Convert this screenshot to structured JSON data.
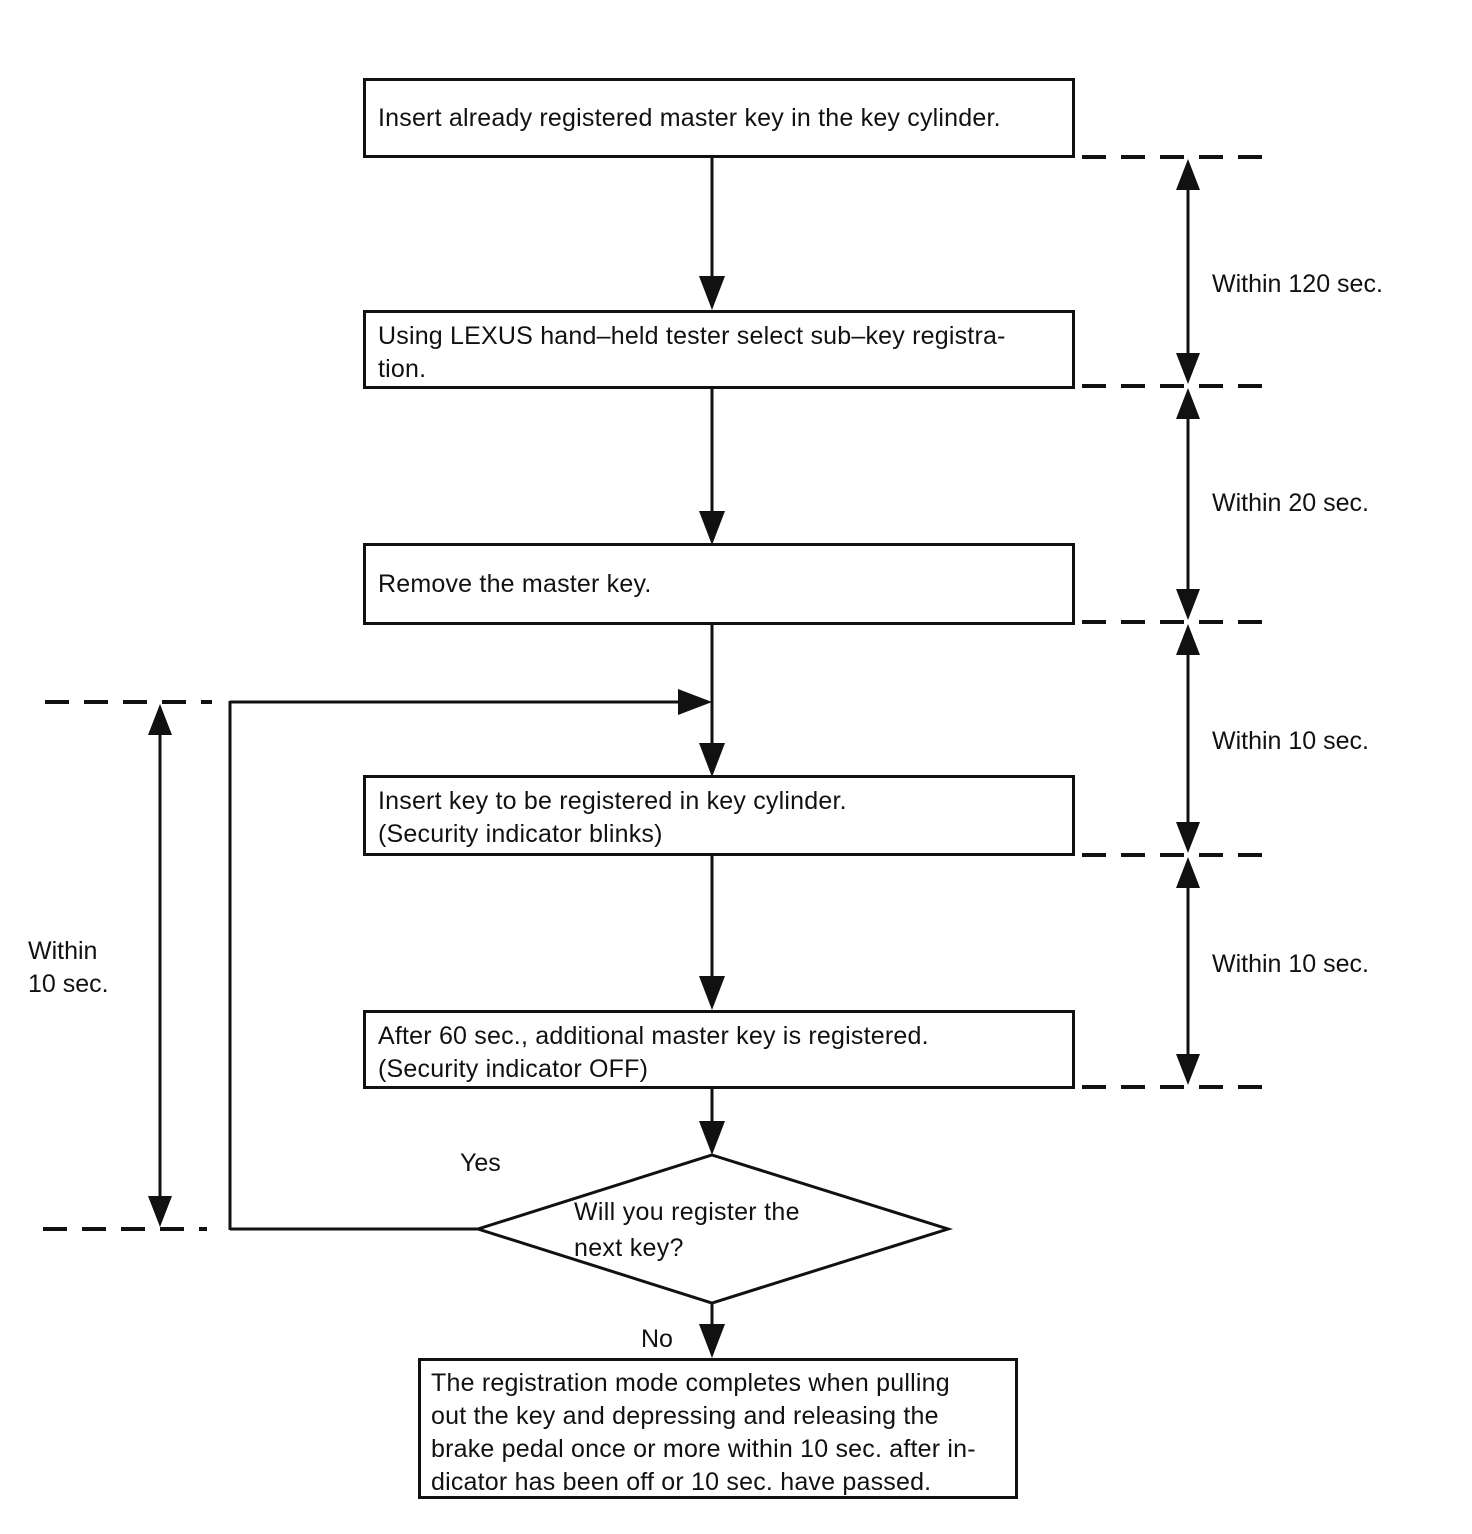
{
  "flowchart": {
    "steps": {
      "step1": "Insert already registered master key in the key cylinder.",
      "step2": [
        "Using LEXUS hand–held tester select sub–key registra-",
        "tion."
      ],
      "step3": "Remove the master key.",
      "step4": [
        "Insert key to be registered in key cylinder.",
        "(Security indicator blinks)"
      ],
      "step5": [
        "After 60 sec., additional master key is registered.",
        "(Security indicator OFF)"
      ],
      "decision": [
        "Will you register the",
        "next key?"
      ],
      "final": [
        "The registration mode completes when pulling",
        "out the key and depressing and releasing the",
        "brake pedal once or more within 10 sec. after in-",
        "dicator has been off or 10 sec. have passed."
      ]
    },
    "branch_labels": {
      "yes": "Yes",
      "no": "No"
    },
    "timing_labels": {
      "right": [
        "Within 120 sec.",
        "Within 20 sec.",
        "Within 10 sec.",
        "Within 10 sec."
      ],
      "left": [
        "Within",
        "10 sec."
      ]
    },
    "colors": {
      "line": "#111111",
      "background": "#ffffff"
    }
  }
}
